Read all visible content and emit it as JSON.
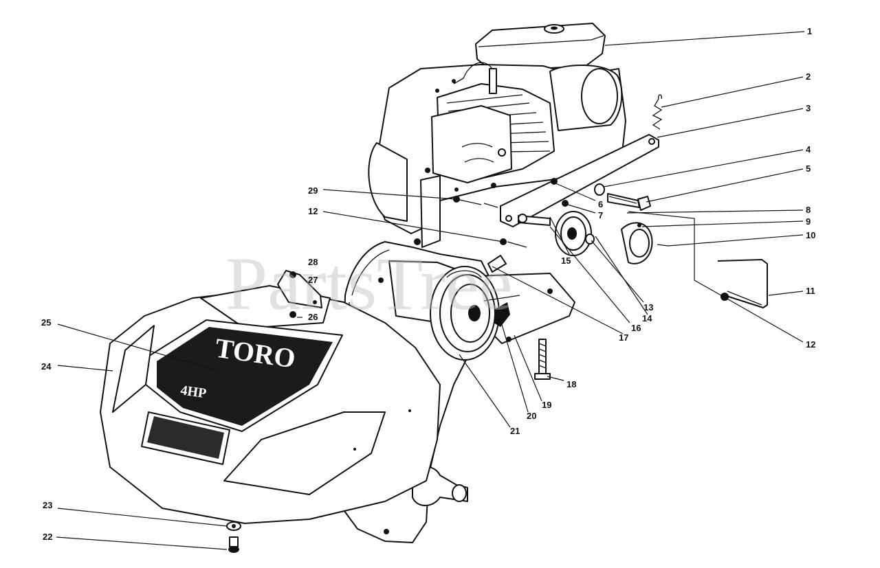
{
  "watermark": "PartsTree",
  "decal": {
    "brand": "TORO",
    "power": "4HP"
  },
  "callouts": {
    "c1": "1",
    "c2": "2",
    "c3": "3",
    "c4": "4",
    "c5": "5",
    "c6": "6",
    "c7": "7",
    "c8": "8",
    "c9": "9",
    "c10": "10",
    "c11": "11",
    "c12a": "12",
    "c12b": "12",
    "c13": "13",
    "c14": "14",
    "c15": "15",
    "c16": "16",
    "c17": "17",
    "c18": "18",
    "c19": "19",
    "c20": "20",
    "c21": "21",
    "c22": "22",
    "c23": "23",
    "c24": "24",
    "c25": "25",
    "c26": "26",
    "c27": "27",
    "c28": "28",
    "c29": "29"
  }
}
